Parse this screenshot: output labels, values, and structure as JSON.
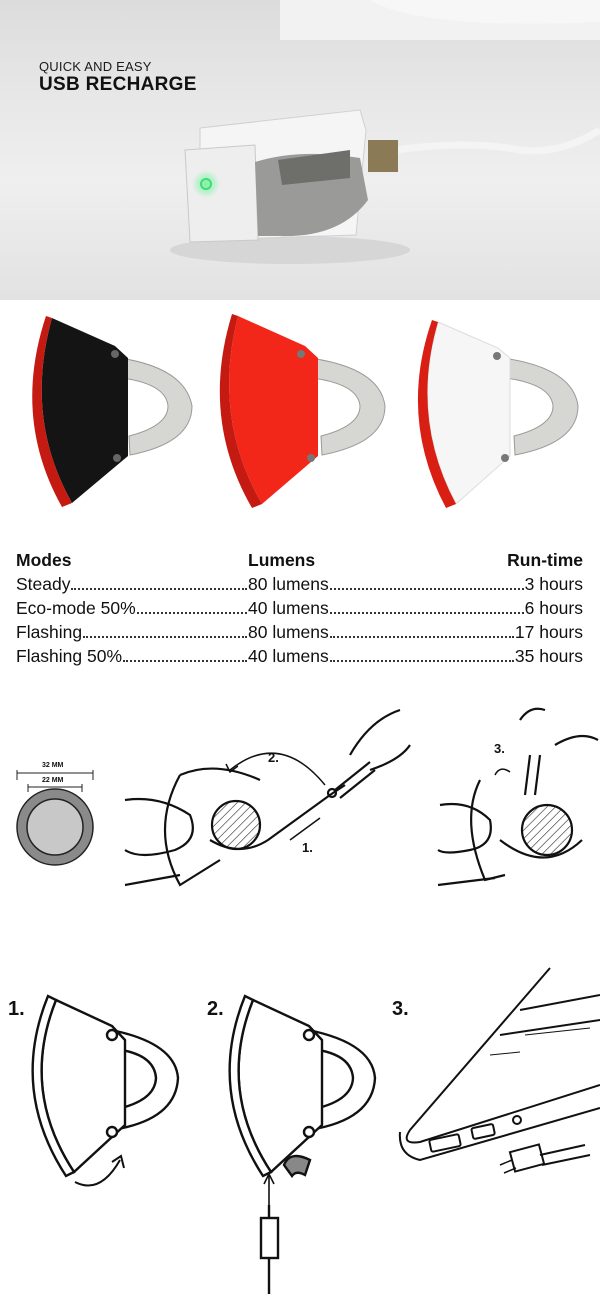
{
  "hero": {
    "subtitle": "QUICK AND EASY",
    "title": "USB RECHARGE"
  },
  "specs": {
    "headers": [
      "Modes",
      "Lumens",
      "Run-time"
    ],
    "rows": [
      {
        "mode": "Steady",
        "lumens": "80 lumens",
        "runtime": "3 hours"
      },
      {
        "mode": "Eco-mode 50%",
        "lumens": "40 lumens",
        "runtime": "6 hours"
      },
      {
        "mode": "Flashing",
        "lumens": "80 lumens",
        "runtime": "17 hours"
      },
      {
        "mode": "Flashing 50%",
        "lumens": "40 lumens",
        "runtime": "35 hours"
      }
    ]
  },
  "mount": {
    "outer_dim": "32 MM",
    "inner_dim": "22 MM",
    "steps": [
      "1.",
      "2.",
      "3."
    ]
  },
  "charge": {
    "steps": [
      "1.",
      "2.",
      "3."
    ]
  },
  "colors": {
    "red": "#e32213",
    "dark_red": "#a5120a",
    "black": "#141414",
    "white": "#f6f6f6",
    "strap": "#cfcfcb"
  }
}
